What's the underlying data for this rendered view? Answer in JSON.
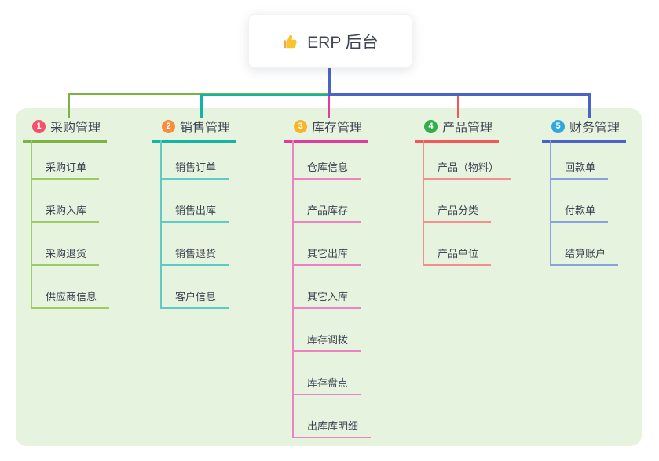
{
  "root": {
    "label": "ERP 后台",
    "icon": "thumbs-up-icon"
  },
  "panel_color": "#e6f3df",
  "branches": [
    {
      "badge": "1",
      "label": "采购管理",
      "colors": {
        "badge": "#f4516c",
        "line": "#7cb342",
        "child_line": "#9ccc65"
      },
      "children": [
        "采购订单",
        "采购入库",
        "采购退货",
        "供应商信息"
      ]
    },
    {
      "badge": "2",
      "label": "销售管理",
      "colors": {
        "badge": "#fa8c3c",
        "line": "#14b3a6",
        "child_line": "#5eccc4"
      },
      "children": [
        "销售订单",
        "销售出库",
        "销售退货",
        "客户信息"
      ]
    },
    {
      "badge": "3",
      "label": "库存管理",
      "colors": {
        "badge": "#f7b52c",
        "line": "#e23a9d",
        "child_line": "#ee82c2"
      },
      "children": [
        "仓库信息",
        "产品库存",
        "其它出库",
        "其它入库",
        "库存调拨",
        "库存盘点",
        "出库库明细"
      ]
    },
    {
      "badge": "4",
      "label": "产品管理",
      "colors": {
        "badge": "#2fae4a",
        "line": "#f25858",
        "child_line": "#f58f8f"
      },
      "children": [
        "产品（物料）",
        "产品分类",
        "产品单位"
      ]
    },
    {
      "badge": "5",
      "label": "财务管理",
      "colors": {
        "badge": "#2fa8e0",
        "line": "#4b63c6",
        "child_line": "#8ba3dc"
      },
      "children": [
        "回款单",
        "付款单",
        "结算账户"
      ]
    }
  ]
}
